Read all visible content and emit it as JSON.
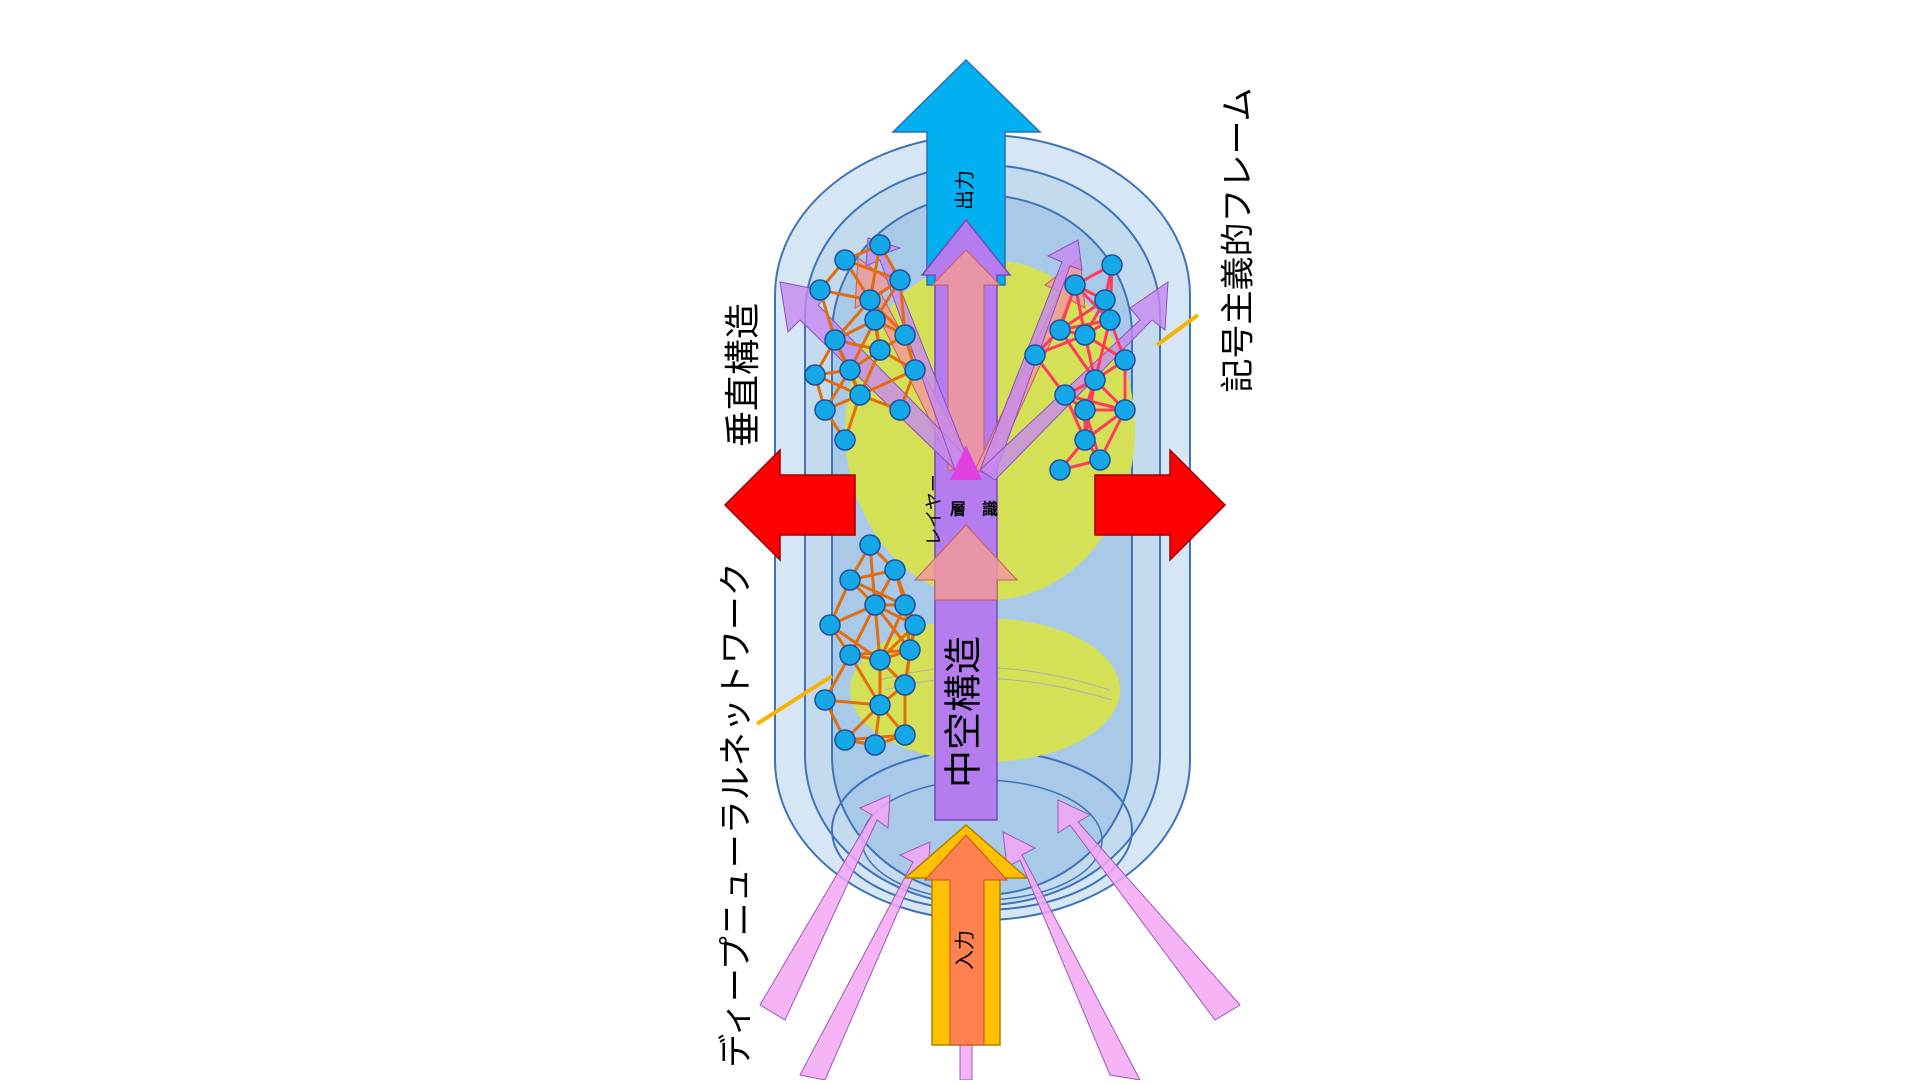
{
  "labels": {
    "output": "出力",
    "input": "入力",
    "hollow_structure": "中空構造",
    "vertical_structure": "垂直構造",
    "symbolic_frame": "記号主義的フレーム",
    "deep_neural_network": "ディープニューラルネットワーク",
    "layer": "レイヤー",
    "layer_stratum": "層",
    "consciousness": "識"
  },
  "colors": {
    "background": "#ffffff",
    "outer_capsule": "#d6e6f4",
    "middle_capsule": "#b7d3ec",
    "inner_capsule": "#9fc3e6",
    "capsule_stroke": "#3f73b8",
    "yellow_green_ellipse": "#d4e157",
    "output_arrow": "#00b0f0",
    "red_arrows": "#ff0000",
    "purple_arrow": "#b57cf0",
    "pink_arrows": "#f4a6f4",
    "salmon_arrow": "#f19a9a",
    "input_arrow": "#ffc000",
    "input_inner_arrow": "#ff7a59",
    "node": "#14a8e8",
    "edge_orange": "#e46c0a",
    "edge_red": "#ff3b5c",
    "pointer_line": "#f5b400"
  }
}
